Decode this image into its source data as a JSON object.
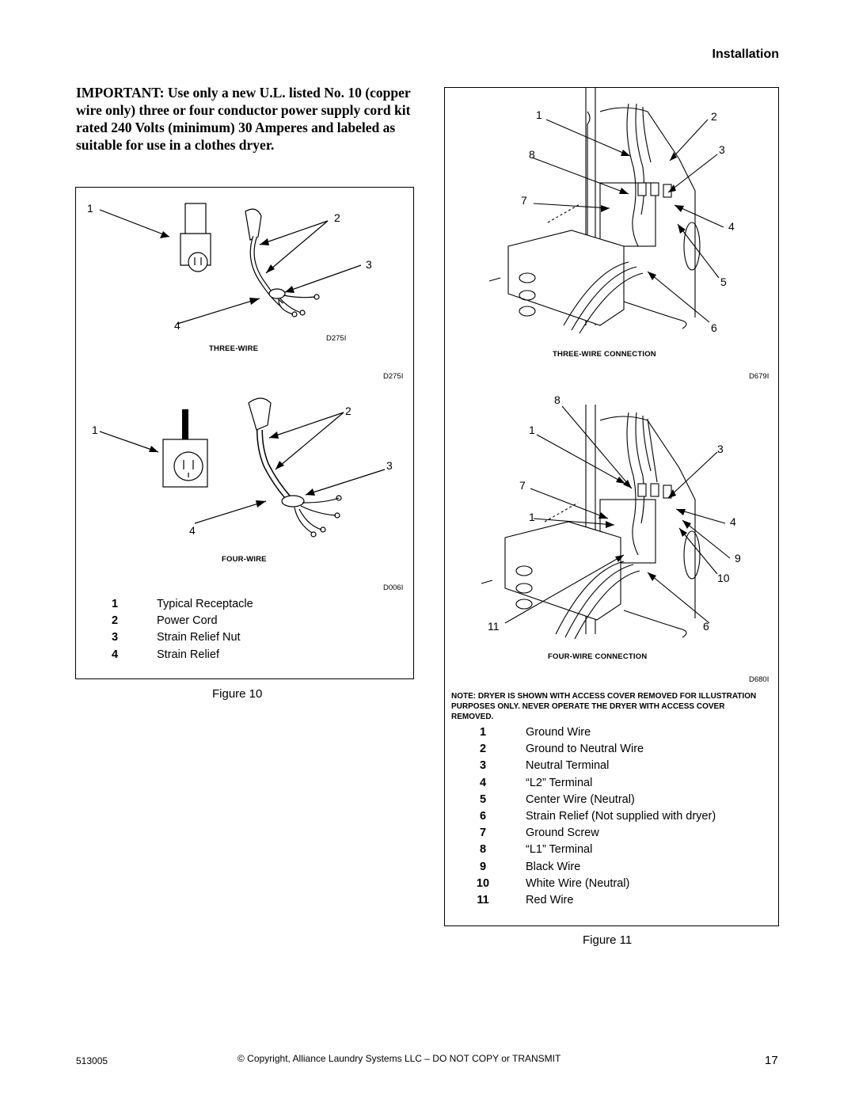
{
  "header": {
    "section": "Installation"
  },
  "important_text": "IMPORTANT: Use only a new U.L. listed No. 10 (copper wire only) three or four conductor power supply cord kit rated 240 Volts (minimum) 30 Amperes and labeled as suitable for use in a clothes dryer.",
  "figure10": {
    "three_wire": {
      "caption": "THREE-WIRE",
      "codes": [
        "D275I",
        "D275I"
      ],
      "callouts": [
        "1",
        "2",
        "3",
        "4"
      ]
    },
    "four_wire": {
      "caption": "FOUR-WIRE",
      "code": "D006I",
      "callouts": [
        "1",
        "2",
        "3",
        "4"
      ]
    },
    "legend": [
      {
        "num": "1",
        "text": "Typical Receptacle"
      },
      {
        "num": "2",
        "text": "Power Cord"
      },
      {
        "num": "3",
        "text": "Strain Relief Nut"
      },
      {
        "num": "4",
        "text": "Strain Relief"
      }
    ],
    "label": "Figure 10"
  },
  "figure11": {
    "three_wire": {
      "caption": "THREE-WIRE CONNECTION",
      "code": "D679I",
      "callouts": [
        "1",
        "2",
        "8",
        "3",
        "7",
        "4",
        "5",
        "6"
      ]
    },
    "four_wire": {
      "caption": "FOUR-WIRE CONNECTION",
      "code": "D680I",
      "callouts": [
        "8",
        "1",
        "3",
        "7",
        "1",
        "4",
        "9",
        "10",
        "11",
        "6"
      ]
    },
    "note": "NOTE: DRYER IS SHOWN WITH ACCESS COVER REMOVED FOR ILLUSTRATION PURPOSES ONLY. NEVER OPERATE THE DRYER WITH ACCESS COVER REMOVED.",
    "legend": [
      {
        "num": "1",
        "text": "Ground Wire"
      },
      {
        "num": "2",
        "text": "Ground to Neutral Wire"
      },
      {
        "num": "3",
        "text": "Neutral Terminal"
      },
      {
        "num": "4",
        "text": "“L2” Terminal"
      },
      {
        "num": "5",
        "text": "Center Wire (Neutral)"
      },
      {
        "num": "6",
        "text": "Strain Relief (Not supplied with dryer)"
      },
      {
        "num": "7",
        "text": "Ground Screw"
      },
      {
        "num": "8",
        "text": "“L1” Terminal"
      },
      {
        "num": "9",
        "text": "Black Wire"
      },
      {
        "num": "10",
        "text": "White Wire (Neutral)"
      },
      {
        "num": "11",
        "text": "Red Wire"
      }
    ],
    "label": "Figure 11"
  },
  "footer": {
    "doc_number": "513005",
    "copyright": "© Copyright, Alliance Laundry Systems LLC – DO NOT COPY or TRANSMIT",
    "page_number": "17"
  }
}
